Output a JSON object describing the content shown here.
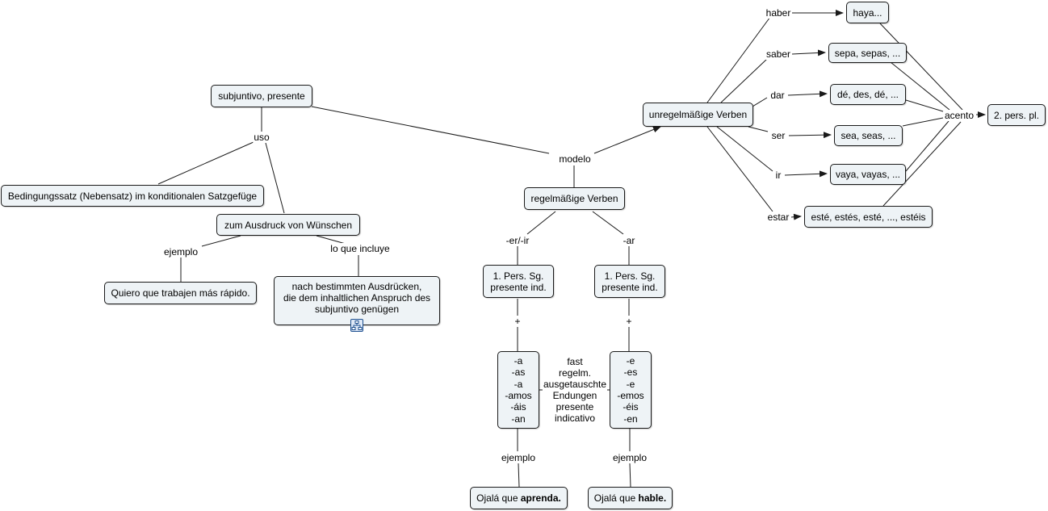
{
  "nodes": {
    "subjuntivo_presente": "subjuntivo, presente",
    "bedingungssatz": "Bedingungssatz (Nebensatz) im konditionalen Satzgefüge",
    "wuenschen": "zum Ausdruck von Wünschen",
    "quiero": "Quiero que trabajen más rápido.",
    "ausdruecke": [
      "nach bestimmten Ausdrücken,",
      "die dem inhaltlichen Anspruch des",
      "subjuntivo genügen"
    ],
    "regelmaessige": "regelmäßige Verben",
    "pers_er": [
      "1. Pers. Sg.",
      "presente ind."
    ],
    "pers_ar": [
      "1. Pers. Sg.",
      "presente ind."
    ],
    "endings_a": [
      "-a",
      "-as",
      "-a",
      "-amos",
      "-áis",
      "-an"
    ],
    "endings_e": [
      "-e",
      "-es",
      "-e",
      "-emos",
      "-éis",
      "-en"
    ],
    "aprenda": {
      "prefix": "Ojalá que ",
      "bold": "aprenda."
    },
    "hable": {
      "prefix": "Ojalá que ",
      "bold": "hable."
    },
    "unregelmaessige": "unregelmäßige Verben",
    "haya": "haya...",
    "sepa": "sepa, sepas, ...",
    "de": "dé, des, dé, ...",
    "sea": "sea, seas, ...",
    "vaya": "vaya, vayas, ...",
    "este": "esté, estés, esté, ..., estéis",
    "pers_pl": "2. pers. pl."
  },
  "labels": {
    "uso": "uso",
    "ejemplo_left": "ejemplo",
    "lo_que_incluye": "lo que incluye",
    "modelo": "modelo",
    "er_ir": "-er/-ir",
    "ar": "-ar",
    "plus_left": "+",
    "plus_right": "+",
    "fast": [
      "fast",
      "regelm.",
      "ausgetauschte",
      "Endungen",
      "presente",
      "indicativo"
    ],
    "ejemplo_er": "ejemplo",
    "ejemplo_ar": "ejemplo",
    "haber": "haber",
    "saber": "saber",
    "dar": "dar",
    "ser": "ser",
    "ir": "ir",
    "estar": "estar",
    "acento": "acento"
  },
  "colors": {
    "node_fill": "#eef3f6",
    "node_border": "#1a1a1a",
    "line": "#1a1a1a",
    "icon_blue": "#1d4f8f"
  },
  "icons": {
    "submap": "submap-icon"
  }
}
